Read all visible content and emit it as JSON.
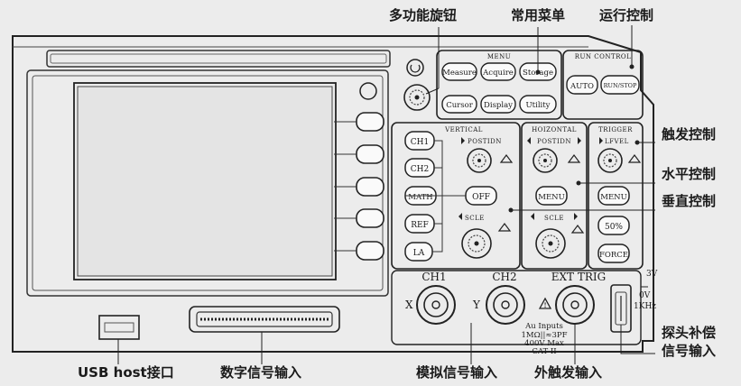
{
  "callouts": {
    "multi_knob": "多功能旋钮",
    "common_menu": "常用菜单",
    "run_control": "运行控制",
    "trigger_control": "触发控制",
    "horizontal_control": "水平控制",
    "vertical_control": "垂直控制",
    "probe_comp_1": "探头补偿",
    "probe_comp_2": "信号输入",
    "usb_host": "USB host接口",
    "digital_input": "数字信号输入",
    "analog_input": "模拟信号输入",
    "ext_trigger_input": "外触发输入"
  },
  "menu": {
    "title": "MENU",
    "buttons": [
      "Measure",
      "Acquire",
      "Storage",
      "Cursor",
      "Display",
      "Utility"
    ]
  },
  "run_control": {
    "title": "RUN CONTROL",
    "buttons": [
      "AUTO",
      "RUN/STOP"
    ]
  },
  "vertical": {
    "title": "VERTICAL",
    "buttons": [
      "CH1",
      "CH2",
      "MATH",
      "REF",
      "LA"
    ],
    "off_button": "OFF",
    "position_label": "POSTIDN",
    "scale_label": "SCLE"
  },
  "horizontal": {
    "title": "HOIZONTAL",
    "position_label": "POSTIDN",
    "menu_button": "MENU",
    "scale_label": "SCLE"
  },
  "trigger": {
    "title": "TRIGGER",
    "level_label": "LFVEL",
    "menu_button": "MENU",
    "fifty_button": "50%",
    "force_button": "FORCE"
  },
  "inputs": {
    "ch1": "CH1",
    "ch2": "CH2",
    "ext_trig": "EXT TRIG",
    "x_label": "X",
    "y_label": "Y",
    "spec_lines": [
      "Au Inputs",
      "1MΩ||≈3PF",
      "400V Max",
      "CAT II"
    ]
  },
  "probe_comp": {
    "lines": [
      "3V",
      "0V",
      "1KHz"
    ]
  }
}
